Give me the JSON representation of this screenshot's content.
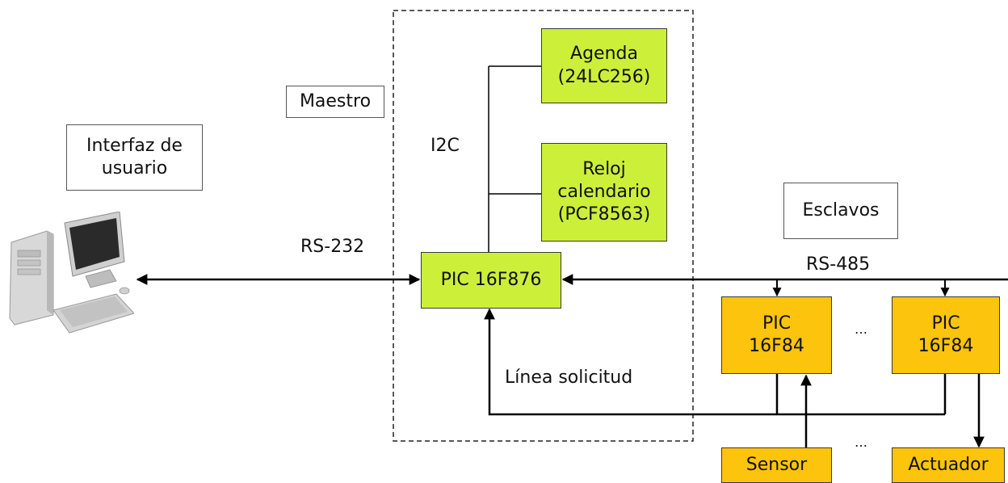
{
  "labels": {
    "interfaz_line1": "Interfaz de",
    "interfaz_line2": "usuario",
    "maestro": "Maestro",
    "esclavos": "Esclavos",
    "i2c": "I2C",
    "rs232": "RS-232",
    "rs485": "RS-485",
    "linea_solicitud": "Línea solicitud",
    "ellipsis_top": "…",
    "ellipsis_bottom": "…"
  },
  "master": {
    "pic": "PIC 16F876",
    "agenda_line1": "Agenda",
    "agenda_line2": "(24LC256)",
    "reloj_line1": "Reloj",
    "reloj_line2": "calendario",
    "reloj_line3": "(PCF8563)"
  },
  "slaves": [
    {
      "line1": "PIC",
      "line2": "16F84"
    },
    {
      "line1": "PIC",
      "line2": "16F84"
    }
  ],
  "devices": {
    "sensor": "Sensor",
    "actuador": "Actuador"
  },
  "colors": {
    "green": "#ccef3a",
    "yellow": "#fcc40c"
  },
  "icons": {
    "computer": "desktop-computer-icon"
  }
}
